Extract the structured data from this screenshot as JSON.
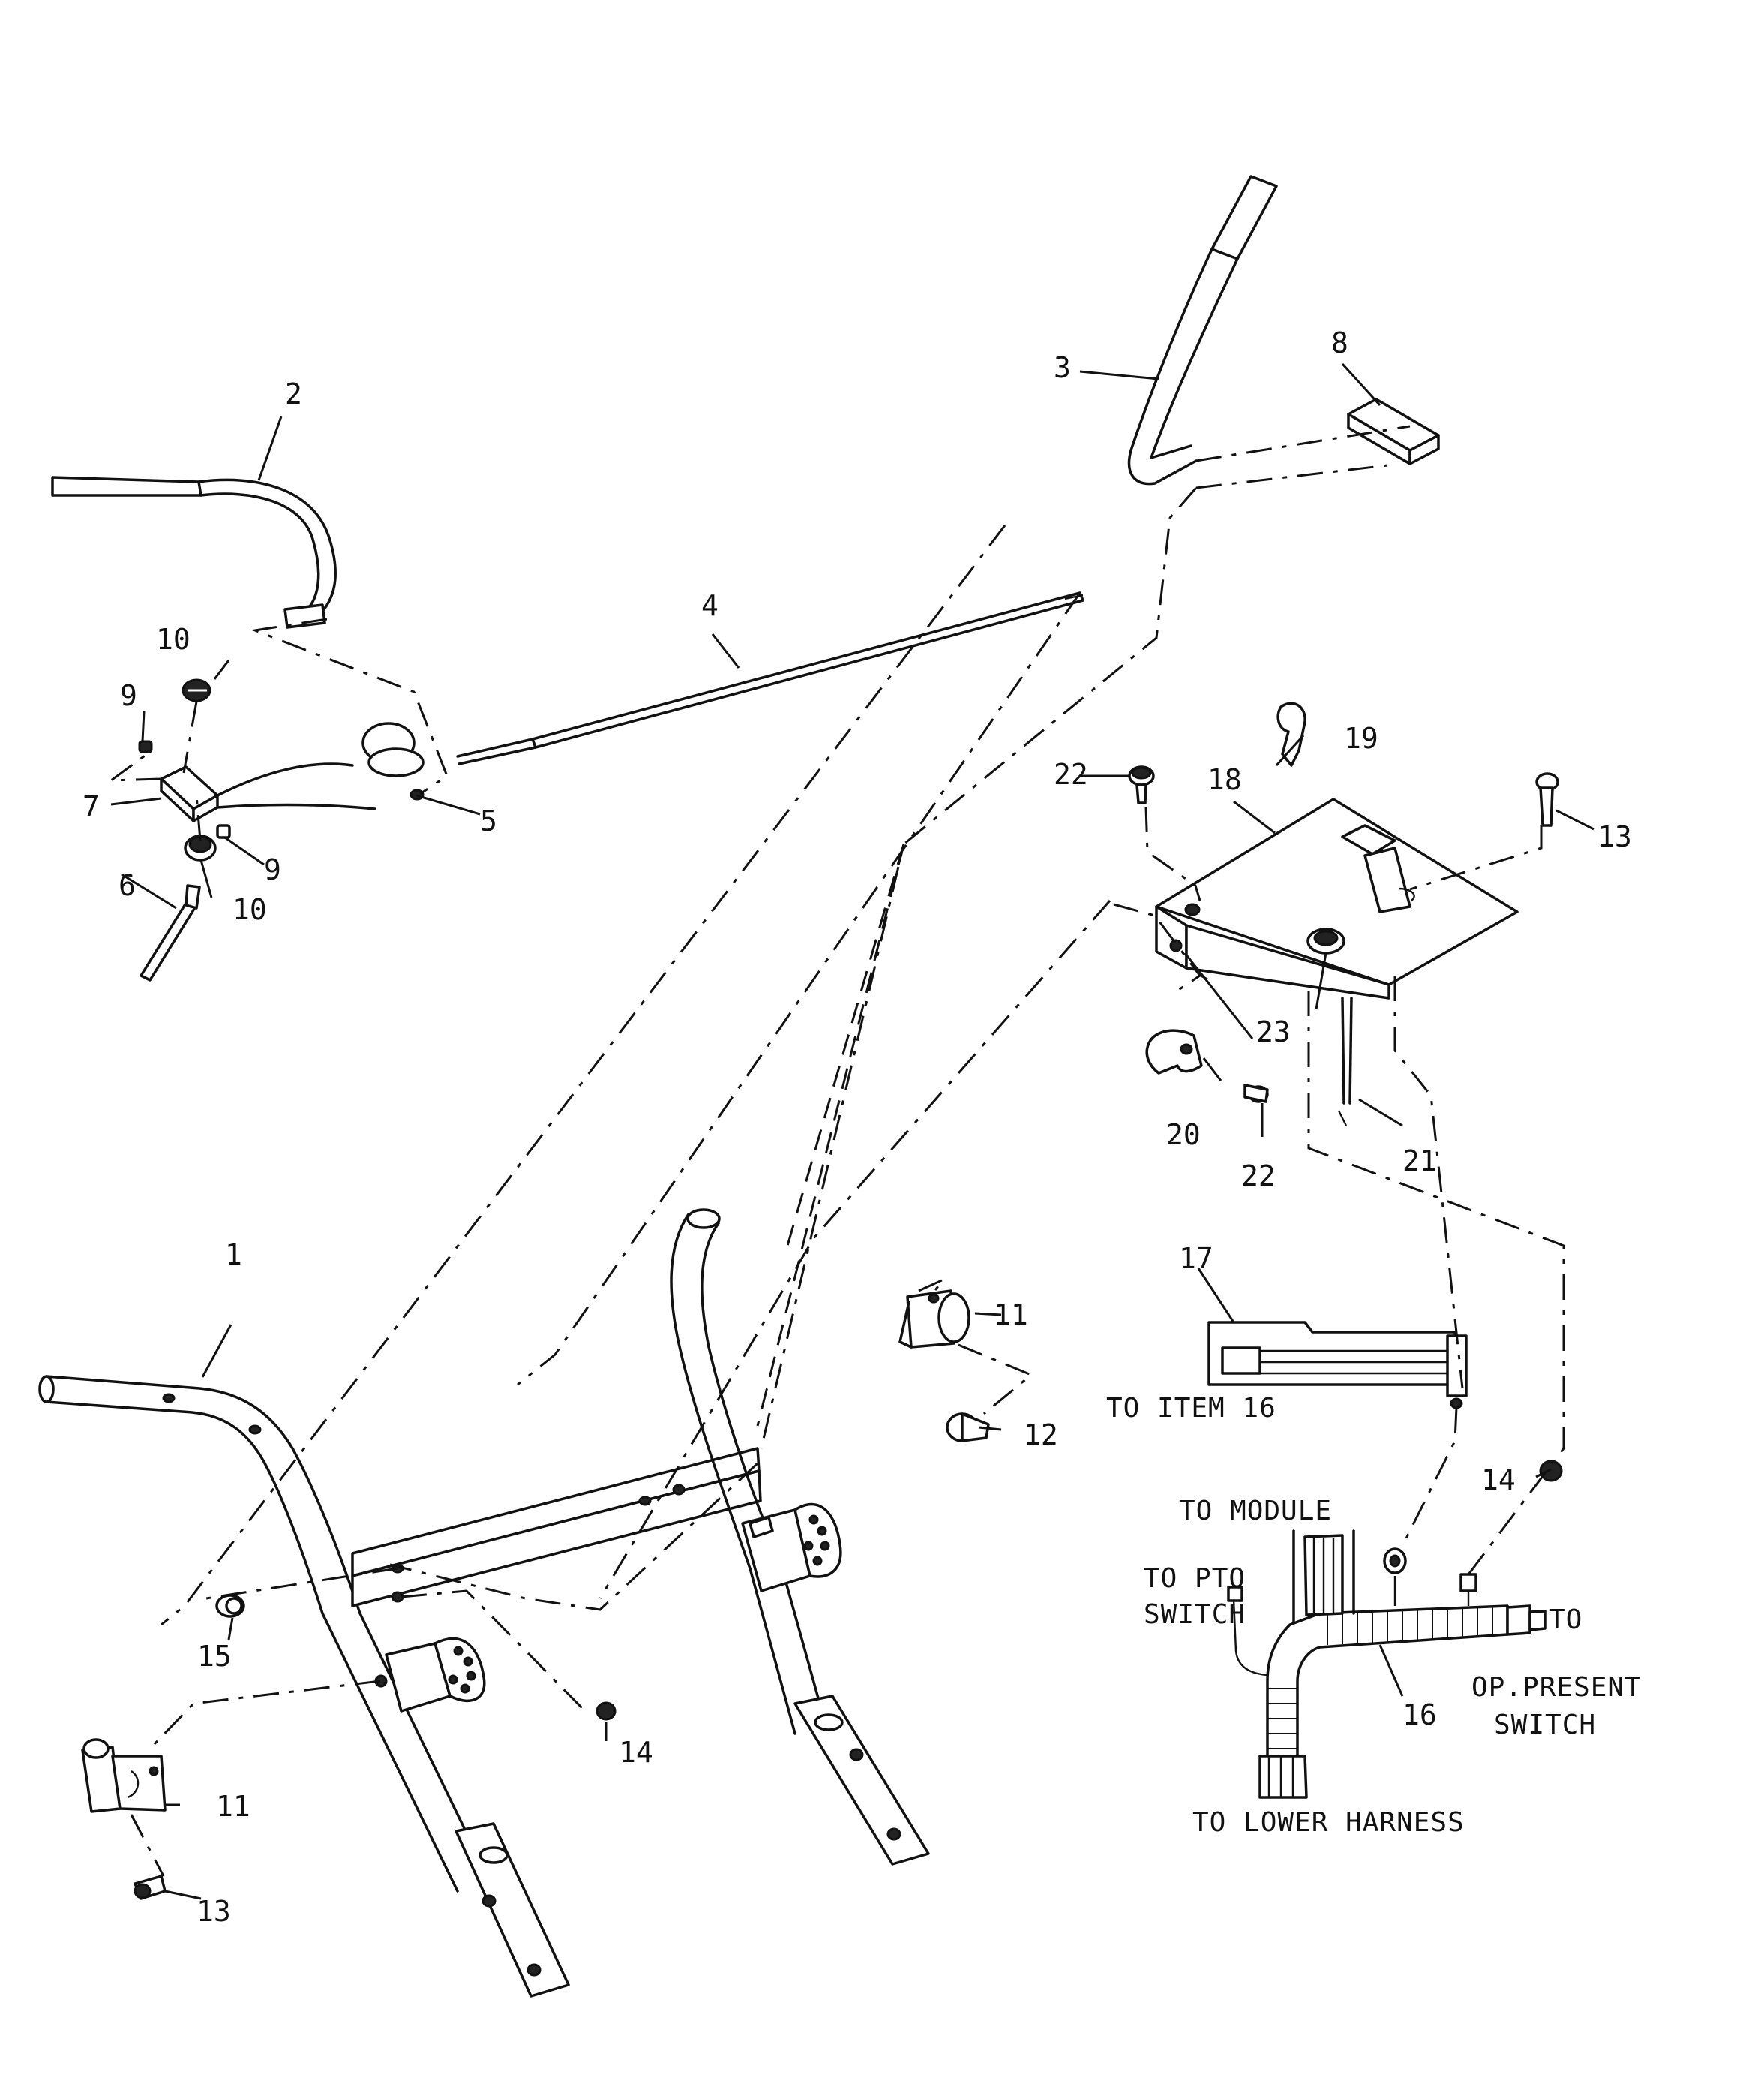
{
  "callouts": {
    "c1": "1",
    "c2": "2",
    "c3": "3",
    "c4": "4",
    "c5": "5",
    "c6": "6",
    "c7": "7",
    "c8": "8",
    "c9a": "9",
    "c9b": "9",
    "c10a": "10",
    "c10b": "10",
    "c11a": "11",
    "c11b": "11",
    "c12": "12",
    "c13a": "13",
    "c13b": "13",
    "c14a": "14",
    "c14b": "14",
    "c15": "15",
    "c16": "16",
    "c17": "17",
    "c18": "18",
    "c19": "19",
    "c20": "20",
    "c21": "21",
    "c22a": "22",
    "c22b": "22",
    "c23": "23"
  },
  "notes": {
    "to_item_16": "TO ITEM 16",
    "to_module": "TO MODULE",
    "to_pto": "TO PTO",
    "switch": "SWITCH",
    "to": "TO",
    "op_present": "OP.PRESENT",
    "switch2": "SWITCH",
    "to_lower_harness": "TO LOWER HARNESS"
  }
}
